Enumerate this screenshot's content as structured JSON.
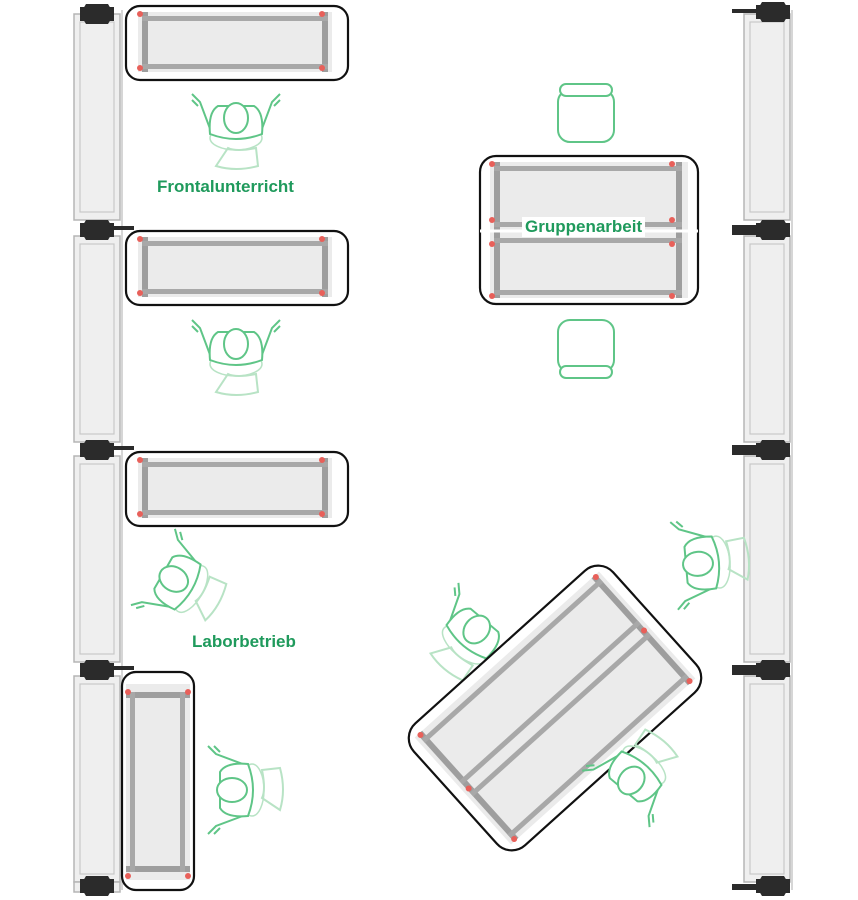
{
  "labels": {
    "frontal": "Frontalunterricht",
    "gruppen": "Gruppenarbeit",
    "labor": "Laborbetrieb"
  },
  "colors": {
    "label": "#1f9a5c",
    "person_stroke": "#5fc587",
    "person_stroke_light": "#b8e3c5",
    "desk_fill": "#ebebeb",
    "desk_frame": "#9e9e9e",
    "desk_outline": "#111111",
    "leg_accent": "#e8605a",
    "wall_fill": "#efefef",
    "wall_stroke": "#b5b5b5",
    "connector": "#2b2b2b"
  },
  "icons": [
    "person-icon",
    "chair-icon",
    "desk-icon",
    "wall-panel-icon",
    "connector-icon"
  ]
}
